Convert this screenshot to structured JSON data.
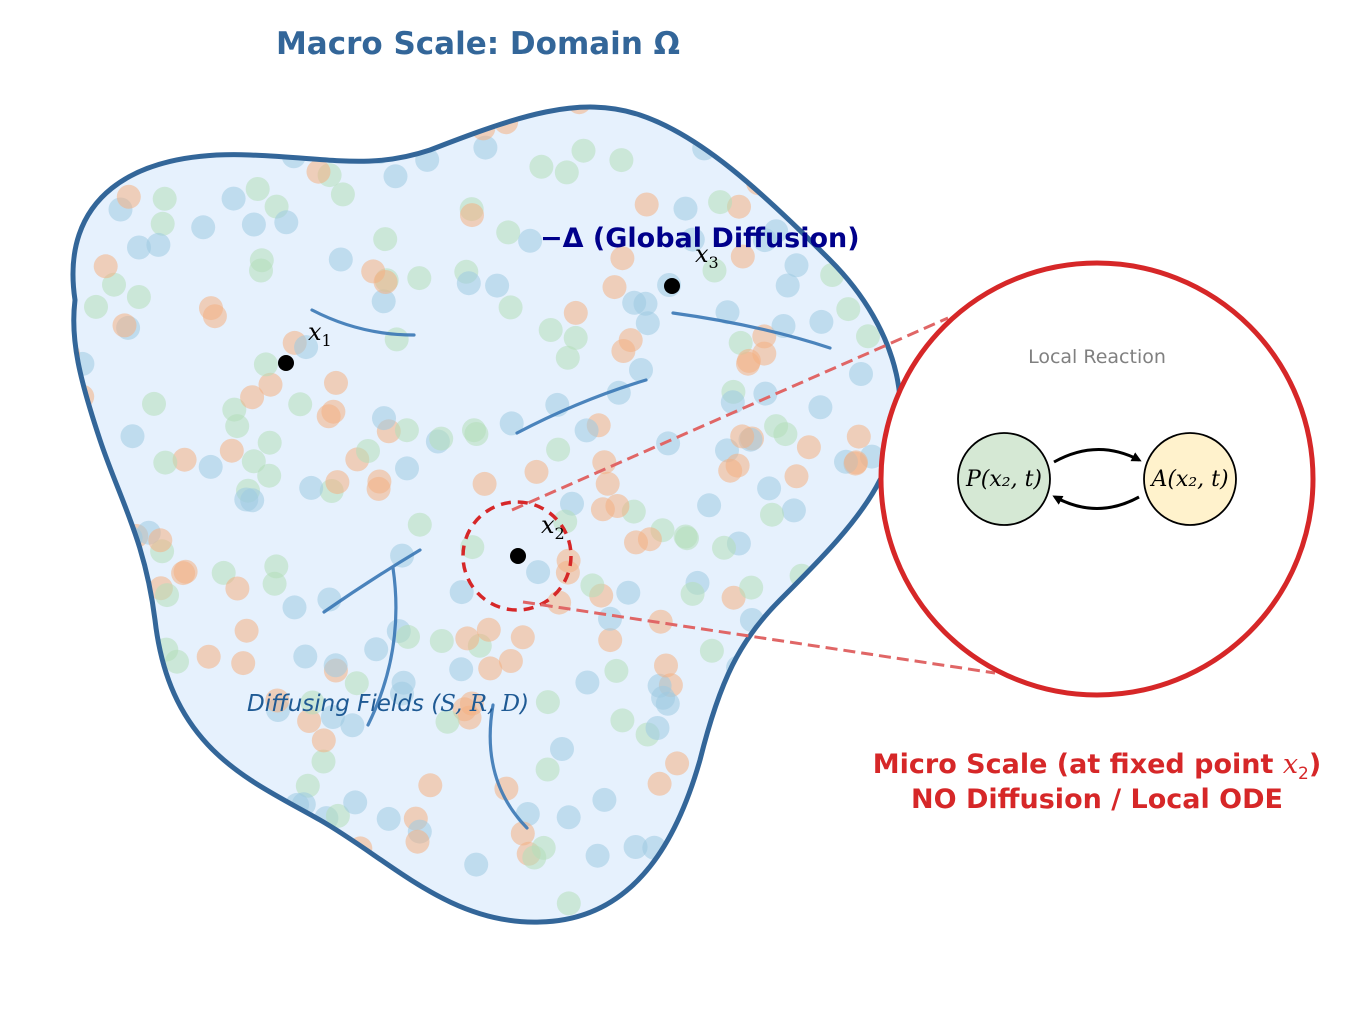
{
  "title": "Macro Scale: Domain Ω",
  "global_diffusion_label": "−Δ (Global Diffusion)",
  "points": {
    "x1": "x",
    "x1_sub": "1",
    "x2": "x",
    "x2_sub": "2",
    "x3": "x",
    "x3_sub": "3"
  },
  "fields_label": {
    "text": "Diffusing Fields (",
    "vars": "S, R, D",
    "close": ")"
  },
  "inset": {
    "title": "Local Reaction",
    "node_p": "P(x₂, t)",
    "node_a": "A(x₂, t)"
  },
  "micro_caption": {
    "line1_prefix": "Micro Scale (at fixed point ",
    "line1_var": "x",
    "line1_sub": "2",
    "line1_suffix": ")",
    "line2": "NO Diffusion / Local ODE"
  },
  "colors": {
    "domain_stroke": "#336699",
    "domain_fill": "#e6f1fd",
    "title": "#336699",
    "diffusion_label": "#00008b",
    "red": "#d62728",
    "fields_label": "#1f5a94",
    "node_p_fill": "#d5e8d4",
    "node_a_fill": "#fff2cc",
    "particle_blue": "#9ecae1",
    "particle_orange": "#f4b183",
    "particle_green": "#b5dfb9"
  },
  "icons": {
    "point_marker": "filled-circle",
    "reaction_arrows": "curved-double-arrow"
  }
}
